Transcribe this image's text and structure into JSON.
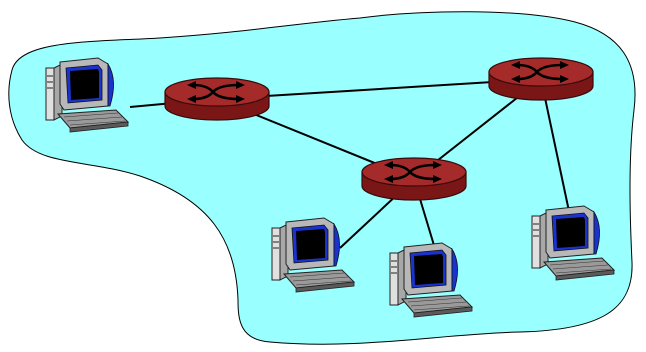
{
  "diagram": {
    "type": "network-topology",
    "colors": {
      "cloud": "#99ffff",
      "router_body": "#8b1a1a",
      "router_top": "#a52a2a",
      "link": "#000000",
      "monitor_screen": "#000000",
      "monitor_accent": "#1a33cc",
      "monitor_shell": "#c0c0c0"
    },
    "nodes": [
      {
        "id": "host-1",
        "kind": "host",
        "icon": "desktop-computer-icon"
      },
      {
        "id": "router-1",
        "kind": "router",
        "icon": "router-icon"
      },
      {
        "id": "router-2",
        "kind": "router",
        "icon": "router-icon"
      },
      {
        "id": "router-3",
        "kind": "router",
        "icon": "router-icon"
      },
      {
        "id": "host-2",
        "kind": "host",
        "icon": "desktop-computer-icon"
      },
      {
        "id": "host-3",
        "kind": "host",
        "icon": "desktop-computer-icon"
      },
      {
        "id": "host-4",
        "kind": "host",
        "icon": "desktop-computer-icon"
      }
    ],
    "links": [
      {
        "from": "host-1",
        "to": "router-1"
      },
      {
        "from": "router-1",
        "to": "router-2"
      },
      {
        "from": "router-1",
        "to": "router-3"
      },
      {
        "from": "router-2",
        "to": "router-3"
      },
      {
        "from": "router-2",
        "to": "host-4"
      },
      {
        "from": "router-3",
        "to": "host-2"
      },
      {
        "from": "router-3",
        "to": "host-3"
      }
    ]
  }
}
